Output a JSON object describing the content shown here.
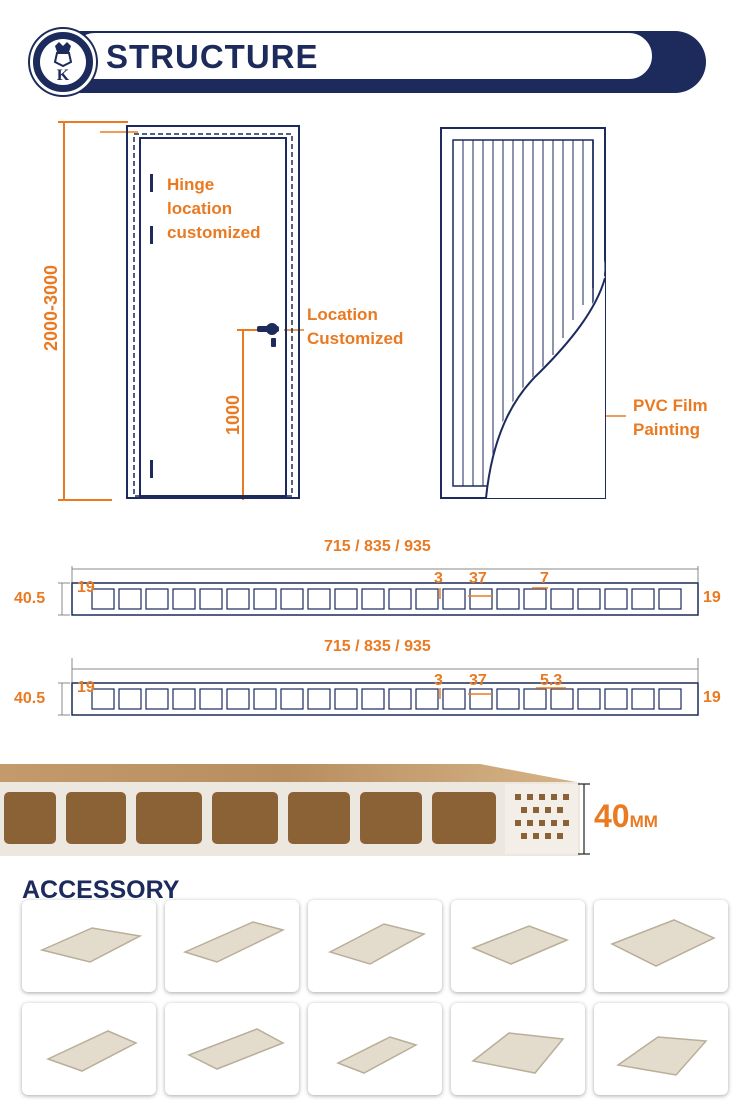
{
  "header": {
    "title": "STRUCTURE",
    "logo_letter": "K"
  },
  "door_diagram": {
    "hinge_label": [
      "Hinge",
      "location",
      "customized"
    ],
    "lock_label": [
      "Location",
      "Customized"
    ],
    "height_range": "2000-3000",
    "handle_height": "1000",
    "film_label": [
      "PVC Film",
      "Painting"
    ]
  },
  "profiles": [
    {
      "width": "715 / 835 / 935",
      "thickness": "40.5",
      "edge_left": "19",
      "edge_right": "19",
      "web": "3",
      "cell": "37",
      "wall": "7"
    },
    {
      "width": "715 / 835 / 935",
      "thickness": "40.5",
      "edge_left": "19",
      "edge_right": "19",
      "web": "3",
      "cell": "37",
      "wall": "5.3"
    }
  ],
  "panel_thickness": {
    "value": "40",
    "unit": "MM"
  },
  "accessory": {
    "title": "ACCESSORY",
    "count": 10
  },
  "colors": {
    "navy": "#1c2a5c",
    "orange": "#ea7a22"
  }
}
